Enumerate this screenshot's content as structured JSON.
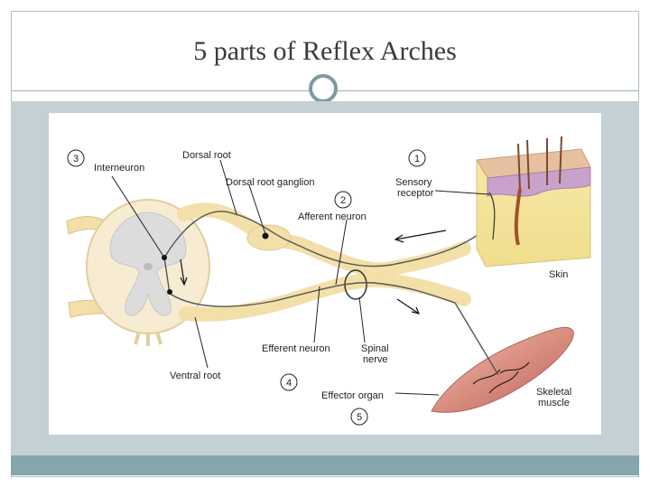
{
  "slide": {
    "title": "5 parts of Reflex Arches"
  },
  "diagram": {
    "numbers": [
      "3",
      "1",
      "2",
      "4",
      "5"
    ],
    "labels": {
      "interneuron": "Interneuron",
      "dorsal_root": "Dorsal root",
      "dorsal_root_ganglion": "Dorsal root ganglion",
      "afferent_neuron": "Afferent neuron",
      "sensory_receptor_line1": "Sensory",
      "sensory_receptor_line2": "receptor",
      "skin": "Skin",
      "efferent_neuron": "Efferent neuron",
      "spinal_nerve_line1": "Spinal",
      "spinal_nerve_line2": "nerve",
      "ventral_root": "Ventral root",
      "effector_organ": "Effector organ",
      "skeletal_muscle_line1": "Skeletal",
      "skeletal_muscle_line2": "muscle"
    }
  },
  "colors": {
    "frame": "#aebfc4",
    "band": "#c3d0d4",
    "band_dark": "#85a6ab",
    "ring": "#7e9aa0",
    "nerve": "#f3dfa8",
    "cord": "#f7ecd2",
    "muscle": "#d98e80"
  }
}
